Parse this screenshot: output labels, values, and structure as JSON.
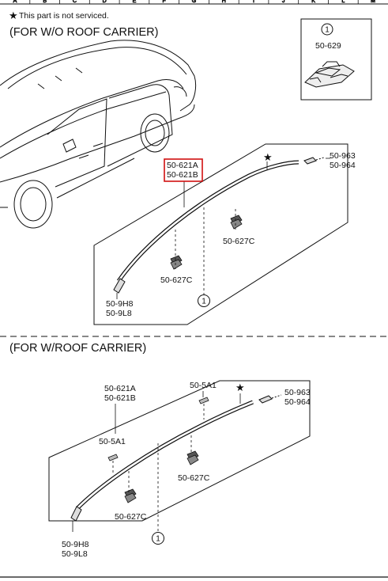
{
  "header_columns": [
    "A",
    "B",
    "C",
    "D",
    "E",
    "F",
    "G",
    "H",
    "I",
    "J",
    "K",
    "L",
    "M"
  ],
  "note": "This part is not serviced.",
  "section_top": {
    "heading": "(FOR W/O ROOF CARRIER)",
    "inset_callout": "1",
    "inset_part": "50-629",
    "highlighted_parts": [
      "50-621A",
      "50-621B"
    ],
    "part_right_1": "50-963",
    "part_right_2": "50-964",
    "part_clip_upper": "50-627C",
    "part_clip_lower": "50-627C",
    "part_end_1": "50-9H8",
    "part_end_2": "50-9L8",
    "callout": "1"
  },
  "section_bottom": {
    "heading": "(FOR W/ROOF CARRIER)",
    "part_main_1": "50-621A",
    "part_main_2": "50-621B",
    "part_5a1_upper": "50-5A1",
    "part_5a1_left": "50-5A1",
    "part_right_1": "50-963",
    "part_right_2": "50-964",
    "part_clip_upper": "50-627C",
    "part_clip_lower": "50-627C",
    "part_end_1": "50-9H8",
    "part_end_2": "50-9L8",
    "callout": "1"
  },
  "colors": {
    "highlight": "#d01010",
    "line": "#111111",
    "fill": "#ffffff"
  }
}
